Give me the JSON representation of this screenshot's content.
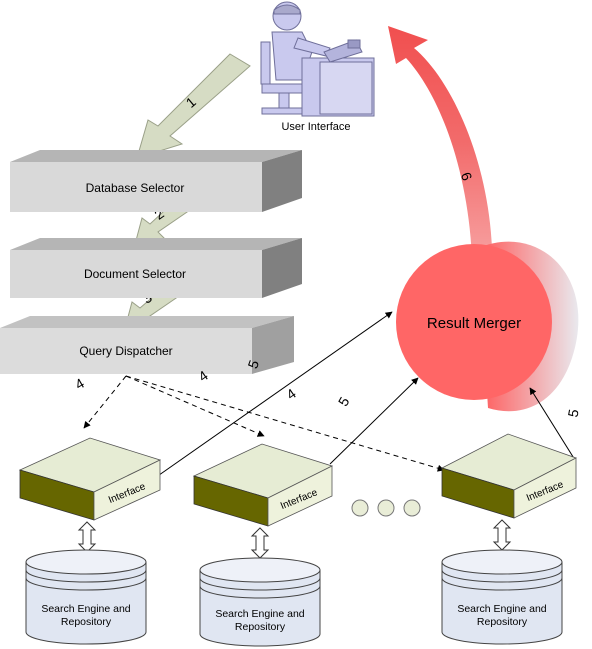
{
  "user_interface": {
    "label": "User Interface"
  },
  "boxes": {
    "database_selector": "Database Selector",
    "document_selector": "Document Selector",
    "query_dispatcher": "Query Dispatcher"
  },
  "result_merger": {
    "label": "Result Merger"
  },
  "interfaces": {
    "label": "Interface"
  },
  "search_engines": {
    "line1": "Search Engine and",
    "line2": "Repository"
  },
  "steps": {
    "s1": "1",
    "s2": "2",
    "s3": "3",
    "s4": "4",
    "s5": "5",
    "s6": "6"
  },
  "colors": {
    "box_front": "#d9d9d9",
    "box_side": "#808080",
    "merger": "#ff6666",
    "return_arrow": "#f26b6b",
    "step_arrow": "#d6dcc4",
    "interface_side": "#666600",
    "cylinder": "#e0e6f2",
    "user_figure": "#c9c9ee"
  }
}
